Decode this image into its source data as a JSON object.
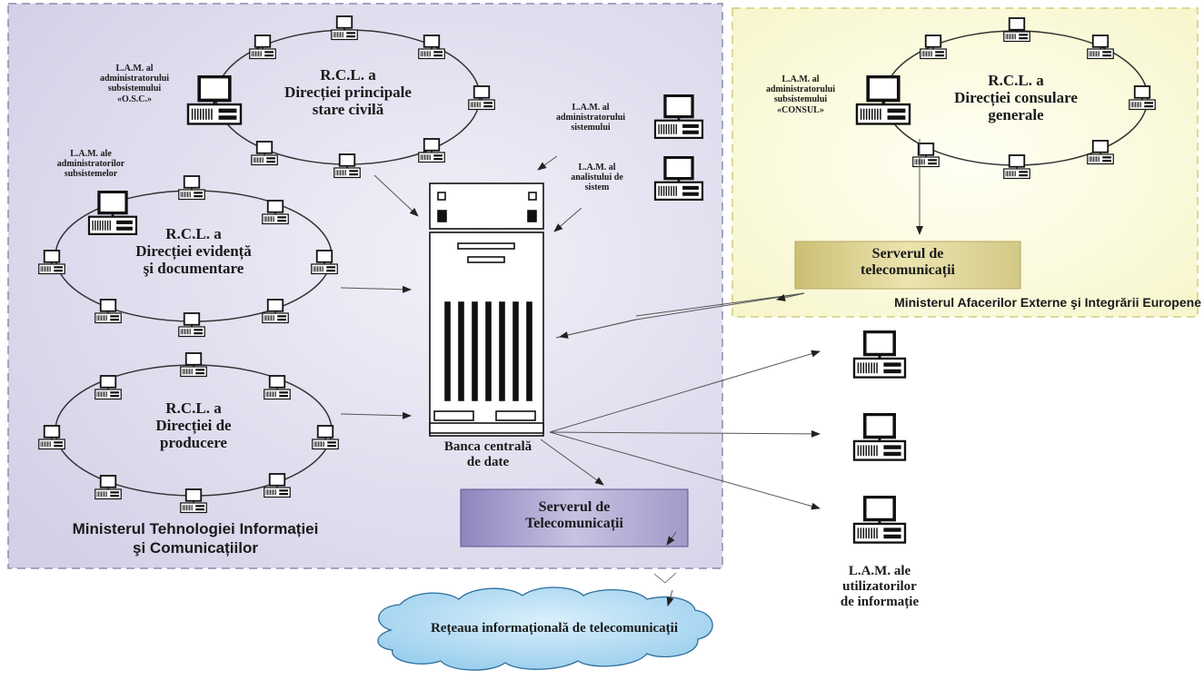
{
  "regions": {
    "mtic": "Ministerul Tehnologiei Informației",
    "mtic_line2": "şi Comunicațiilor",
    "maeie": "Ministerul Afacerilor Externe şi Integrării Europene"
  },
  "rings": {
    "osc": [
      "R.C.L. a",
      "Direcției principale",
      "stare civilă"
    ],
    "evidenta": [
      "R.C.L. a",
      "Direcției evidență",
      "şi documentare"
    ],
    "producere": [
      "R.C.L. a",
      "Direcției de",
      "producere"
    ],
    "consulare": [
      "R.C.L. a",
      "Direcției consulare",
      "generale"
    ]
  },
  "workstations": {
    "admin_osc": [
      "L.A.M. al",
      "administratorului",
      "subsistemului",
      "«O.S.C.»"
    ],
    "admin_subsystems": [
      "L.A.M. ale",
      "administratorilor",
      "subsistemelor"
    ],
    "admin_system": [
      "L.A.M. al",
      "administratorului",
      "sistemului"
    ],
    "analyst": [
      "L.A.M. al",
      "analistului de",
      "sistem"
    ],
    "admin_consul": [
      "L.A.M. al",
      "administratorului",
      "subsistemului",
      "«CONSUL»"
    ],
    "users": [
      "L.A.M. ale",
      "utilizatorilor",
      "de informație"
    ]
  },
  "server": {
    "central_bank": [
      "Banca centrală",
      "de date"
    ],
    "telecom_mtic": [
      "Serverul de",
      "Telecomunicații"
    ],
    "telecom_maeie": [
      "Serverul de",
      "telecomunicații"
    ]
  },
  "cloud": "Rețeaua informațională de telecomunicații",
  "colors": {
    "mtic_bg": "#dcdaec",
    "maeie_bg": "#fbfbe0",
    "mtic_server_box": "#a39ac6",
    "maeie_server_box": "#d6cd8a",
    "cloud": "#a9d7f1",
    "line": "#333333"
  }
}
